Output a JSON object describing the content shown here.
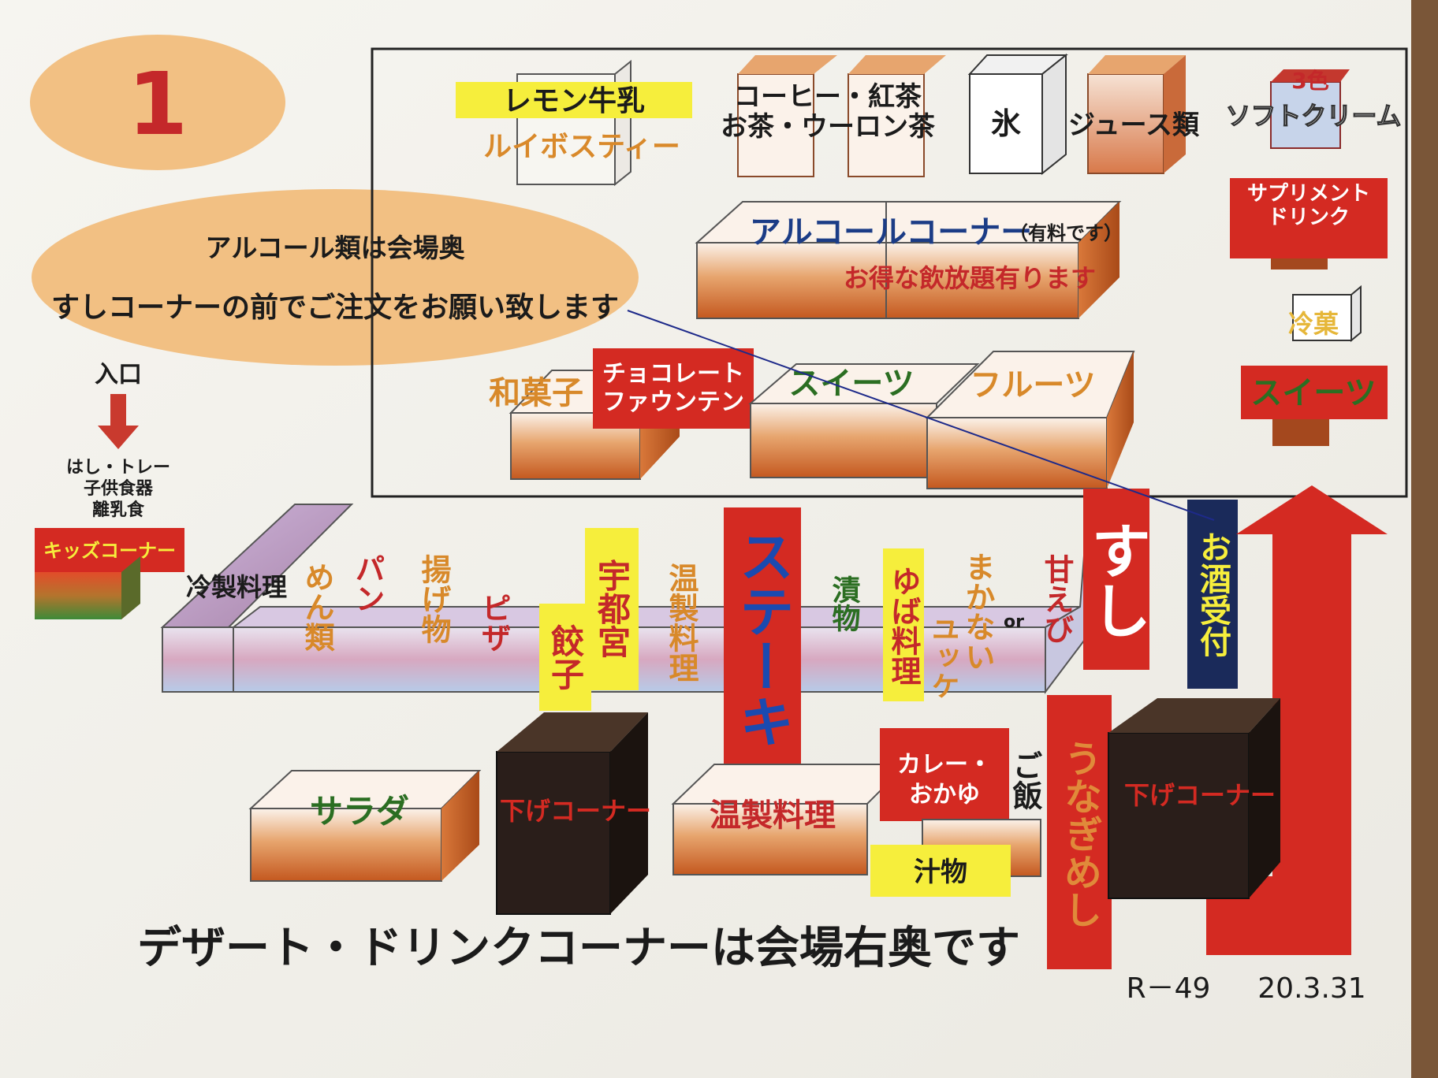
{
  "colors": {
    "paper": "#f7f6f1",
    "red": "#d42a22",
    "yellow": "#f6ee3c",
    "orange": "#e08a3a",
    "navy": "#1a2a5a",
    "dark_box": "#2a1e1a",
    "ellipse": "#f2c083",
    "text_blue": "#1b3c86",
    "text_green": "#2b6e22",
    "text_orange": "#d8892a",
    "text_red": "#d0231c"
  },
  "badge": {
    "number": "1"
  },
  "notice": {
    "line1": "アルコール類は会場奥",
    "line2": "すしコーナーの前でご注文をお願い致します"
  },
  "entrance": {
    "label": "入口",
    "items": [
      "はし・トレー",
      "子供食器",
      "離乳食"
    ]
  },
  "kids_corner": {
    "label": "キッズコーナー"
  },
  "drinks": {
    "lemon_milk": "レモン牛乳",
    "rooibos": "ルイボスティー",
    "coffee_line1": "コーヒー・紅茶",
    "coffee_line2": "お茶・ウーロン茶",
    "ice": "氷",
    "juice": "ジュース類",
    "soft_cream_tag": "3色",
    "soft_cream": "ソフトクリーム",
    "supplement_line1": "サプリメント",
    "supplement_line2": "ドリンク",
    "chilled_sweets": "冷菓",
    "sweets_right": "スイーツ"
  },
  "alcohol": {
    "title": "アルコールコーナー",
    "paid": "（有料です）",
    "free_flow": "お得な飲放題有ります"
  },
  "dessert_row": {
    "wagashi": "和菓子",
    "choco_line1": "チョコレート",
    "choco_line2": "ファウンテン",
    "sweets": "スイーツ",
    "fruits": "フルーツ"
  },
  "counter": {
    "cold_dishes": "冷製料理",
    "noodles": "めん類",
    "bread": "パン",
    "fried": "揚げ物",
    "pizza": "ピザ",
    "utsunomiya": "宇都宮",
    "gyoza": "餃子",
    "hot_dishes_v": "温製料理",
    "steak": "ステーキ",
    "pickles": "漬物",
    "yuba": "ゆば料理",
    "makanai": "まかない",
    "yukke": "ユッケ",
    "or": "or",
    "amaebi": "甘えび",
    "sushi": "すし",
    "sake_order": "お酒受付"
  },
  "lower": {
    "salad": "サラダ",
    "return_left": "下げコーナー",
    "hot_dishes": "温製料理",
    "curry_line1": "カレー・",
    "curry_line2": "おかゆ",
    "rice": "ご飯",
    "soup": "汁物",
    "unagi": "うなぎめし",
    "return_right": "下げコーナー"
  },
  "footer": {
    "dessert_notice": "デザート・ドリンクコーナーは会場右奥です",
    "code": "R－49",
    "date": "20.3.31"
  }
}
